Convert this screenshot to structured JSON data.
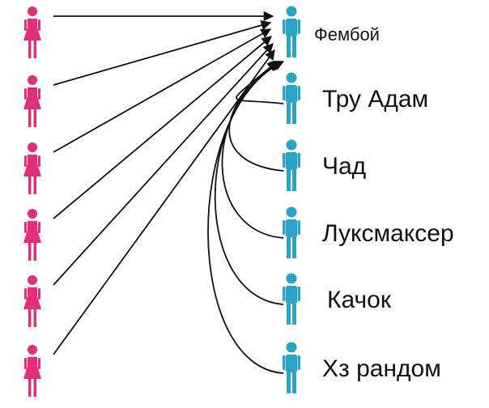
{
  "colors": {
    "female": "#e0307a",
    "male": "#2aa3c4",
    "arrow": "#111111",
    "background": "#ffffff"
  },
  "icons": {
    "female": "woman-icon",
    "male": "man-icon"
  },
  "women_count": 6,
  "men": [
    {
      "label": "Фембой"
    },
    {
      "label": "Тру Адам"
    },
    {
      "label": "Чад"
    },
    {
      "label": "Луксмаксер"
    },
    {
      "label": "Качок"
    },
    {
      "label": "Хз рандом"
    }
  ]
}
